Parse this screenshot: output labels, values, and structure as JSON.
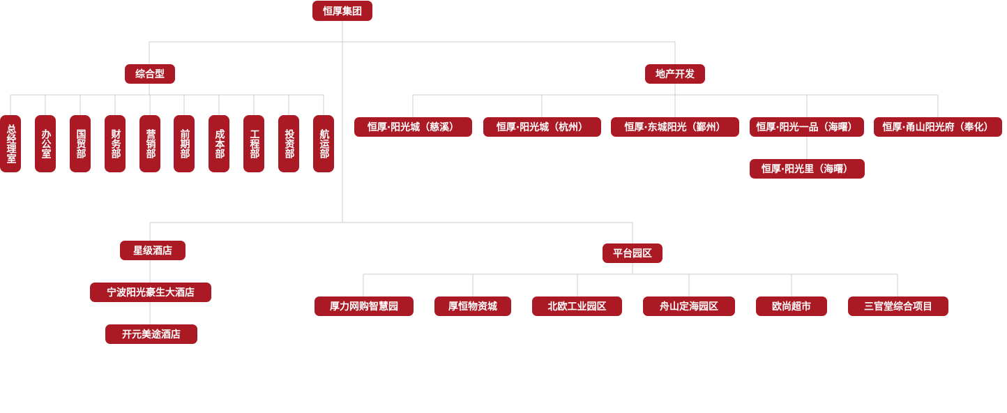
{
  "root": {
    "label": "恒厚集团"
  },
  "branches": {
    "general": {
      "label": "综合型",
      "departments": [
        "总经理室",
        "办公室",
        "国贸部",
        "财务部",
        "营销部",
        "前期部",
        "成本部",
        "工程部",
        "投资部",
        "航运部"
      ]
    },
    "realestate": {
      "label": "地产开发",
      "projects": [
        "恒厚·阳光城（慈溪）",
        "恒厚·阳光城（杭州）",
        "恒厚·东城阳光（鄞州）",
        "恒厚·阳光一品（海曙）",
        "恒厚·甬山阳光府（奉化）"
      ],
      "sub_project": "恒厚·阳光里（海曙）"
    },
    "hotel": {
      "label": "星级酒店",
      "items": [
        "宁波阳光豪生大酒店",
        "开元美途酒店"
      ]
    },
    "park": {
      "label": "平台园区",
      "items": [
        "厚力网购智慧园",
        "厚恒物资城",
        "北欧工业园区",
        "舟山定海园区",
        "欧尚超市",
        "三官堂综合项目"
      ]
    }
  },
  "colors": {
    "node": "#ab1a24",
    "line": "#cccccc"
  }
}
